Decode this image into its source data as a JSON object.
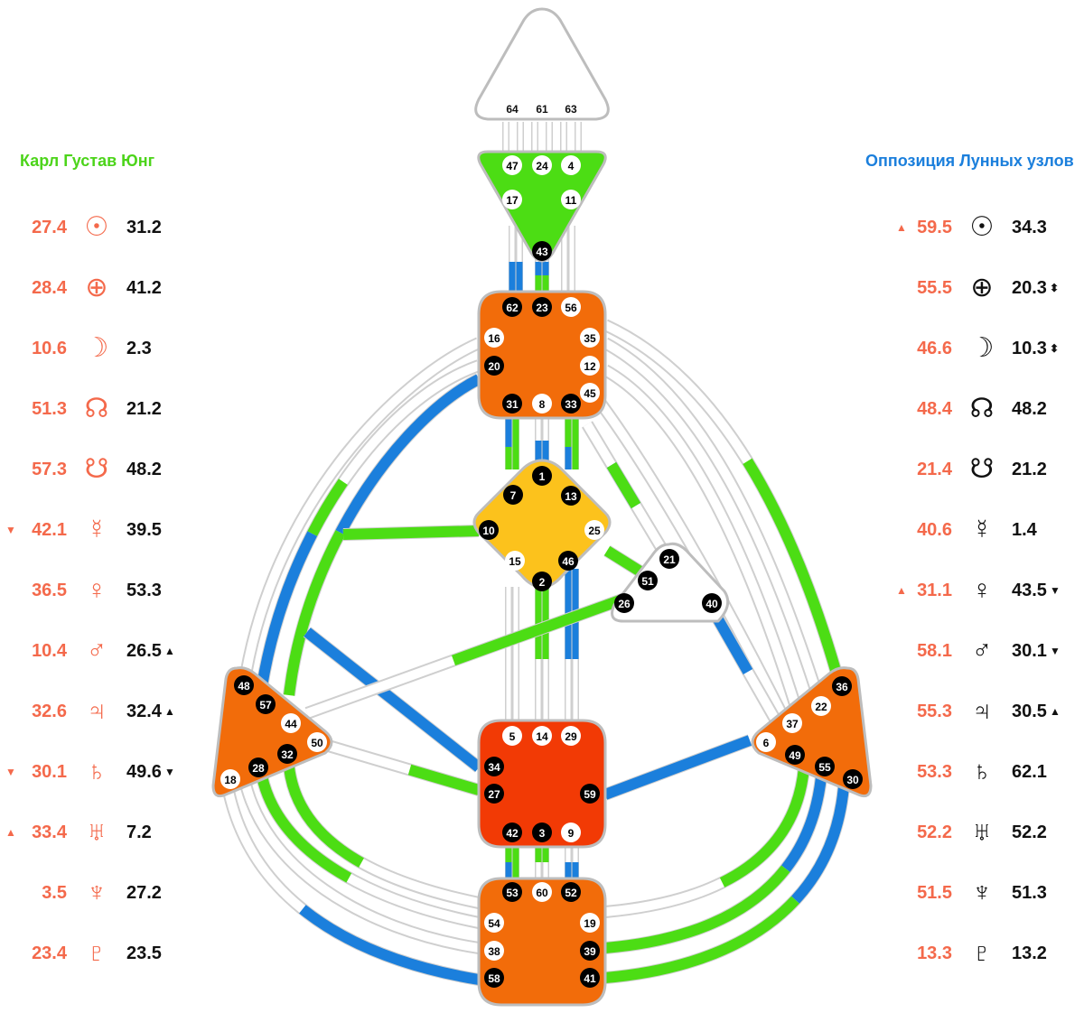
{
  "left": {
    "title": "Карл Густав Юнг",
    "accent": "#4cd41a",
    "rows": [
      {
        "planet": "sun-icon",
        "glyph": "☉",
        "design": "27.4",
        "personality": "31.2",
        "design_arrow": "",
        "pers_arrow": ""
      },
      {
        "planet": "earth-icon",
        "glyph": "⊕",
        "design": "28.4",
        "personality": "41.2",
        "design_arrow": "",
        "pers_arrow": ""
      },
      {
        "planet": "moon-icon",
        "glyph": "☽",
        "design": "10.6",
        "personality": "2.3",
        "design_arrow": "",
        "pers_arrow": ""
      },
      {
        "planet": "north-node-icon",
        "glyph": "☊",
        "design": "51.3",
        "personality": "21.2",
        "design_arrow": "",
        "pers_arrow": ""
      },
      {
        "planet": "south-node-icon",
        "glyph": "☋",
        "design": "57.3",
        "personality": "48.2",
        "design_arrow": "",
        "pers_arrow": ""
      },
      {
        "planet": "mercury-icon",
        "glyph": "☿",
        "design": "42.1",
        "personality": "39.5",
        "design_arrow": "▼",
        "pers_arrow": ""
      },
      {
        "planet": "venus-icon",
        "glyph": "♀",
        "design": "36.5",
        "personality": "53.3",
        "design_arrow": "",
        "pers_arrow": ""
      },
      {
        "planet": "mars-icon",
        "glyph": "♂",
        "design": "10.4",
        "personality": "26.5",
        "design_arrow": "",
        "pers_arrow": "▲"
      },
      {
        "planet": "jupiter-icon",
        "glyph": "♃",
        "design": "32.6",
        "personality": "32.4",
        "design_arrow": "",
        "pers_arrow": "▲"
      },
      {
        "planet": "saturn-icon",
        "glyph": "♄",
        "design": "30.1",
        "personality": "49.6",
        "design_arrow": "▼",
        "pers_arrow": "▼"
      },
      {
        "planet": "uranus-icon",
        "glyph": "♅",
        "design": "33.4",
        "personality": "7.2",
        "design_arrow": "▲",
        "pers_arrow": ""
      },
      {
        "planet": "neptune-icon",
        "glyph": "♆",
        "design": "3.5",
        "personality": "27.2",
        "design_arrow": "",
        "pers_arrow": ""
      },
      {
        "planet": "pluto-icon",
        "glyph": "♇",
        "design": "23.4",
        "personality": "23.5",
        "design_arrow": "",
        "pers_arrow": ""
      }
    ]
  },
  "right": {
    "title": "Оппозиция Лунных узлов",
    "accent": "#1b7fdc",
    "rows": [
      {
        "planet": "sun-icon",
        "glyph": "☉",
        "design": "59.5",
        "personality": "34.3",
        "design_arrow": "▲",
        "pers_arrow": ""
      },
      {
        "planet": "earth-icon",
        "glyph": "⊕",
        "design": "55.5",
        "personality": "20.3",
        "design_arrow": "",
        "pers_arrow": "⬍"
      },
      {
        "planet": "moon-icon",
        "glyph": "☽",
        "design": "46.6",
        "personality": "10.3",
        "design_arrow": "",
        "pers_arrow": "⬍"
      },
      {
        "planet": "north-node-icon",
        "glyph": "☊",
        "design": "48.4",
        "personality": "48.2",
        "design_arrow": "",
        "pers_arrow": ""
      },
      {
        "planet": "south-node-icon",
        "glyph": "☋",
        "design": "21.4",
        "personality": "21.2",
        "design_arrow": "",
        "pers_arrow": ""
      },
      {
        "planet": "mercury-icon",
        "glyph": "☿",
        "design": "40.6",
        "personality": "1.4",
        "design_arrow": "",
        "pers_arrow": ""
      },
      {
        "planet": "venus-icon",
        "glyph": "♀",
        "design": "31.1",
        "personality": "43.5",
        "design_arrow": "▲",
        "pers_arrow": "▼"
      },
      {
        "planet": "mars-icon",
        "glyph": "♂",
        "design": "58.1",
        "personality": "30.1",
        "design_arrow": "",
        "pers_arrow": "▼"
      },
      {
        "planet": "jupiter-icon",
        "glyph": "♃",
        "design": "55.3",
        "personality": "30.5",
        "design_arrow": "",
        "pers_arrow": "▲"
      },
      {
        "planet": "saturn-icon",
        "glyph": "♄",
        "design": "53.3",
        "personality": "62.1",
        "design_arrow": "",
        "pers_arrow": ""
      },
      {
        "planet": "uranus-icon",
        "glyph": "♅",
        "design": "52.2",
        "personality": "52.2",
        "design_arrow": "",
        "pers_arrow": ""
      },
      {
        "planet": "neptune-icon",
        "glyph": "♆",
        "design": "51.5",
        "personality": "51.3",
        "design_arrow": "",
        "pers_arrow": ""
      },
      {
        "planet": "pluto-icon",
        "glyph": "♇",
        "design": "13.3",
        "personality": "13.2",
        "design_arrow": "",
        "pers_arrow": ""
      }
    ]
  },
  "colors": {
    "design": "#f4694b",
    "green": "#4cdd14",
    "blue": "#1b7fdc",
    "orange": "#f26c0a",
    "red": "#f23a05",
    "yellow": "#fcc21c",
    "undefined_line": "#cccccc"
  },
  "centers": {
    "head": {
      "gates": [
        "64",
        "61",
        "63"
      ],
      "defined": false
    },
    "ajna": {
      "gates": [
        "47",
        "24",
        "4",
        "17",
        "11",
        "43"
      ],
      "black": [
        "43"
      ]
    },
    "throat": {
      "gates": [
        "62",
        "23",
        "56",
        "16",
        "35",
        "20",
        "12",
        "45",
        "31",
        "8",
        "33"
      ],
      "black": [
        "62",
        "23",
        "20",
        "31",
        "33"
      ]
    },
    "g": {
      "gates": [
        "1",
        "7",
        "13",
        "10",
        "25",
        "15",
        "46",
        "2"
      ],
      "black": [
        "1",
        "7",
        "13",
        "10",
        "46",
        "2"
      ]
    },
    "heart": {
      "gates": [
        "21",
        "51",
        "26",
        "40"
      ],
      "black": [
        "21",
        "51",
        "26",
        "40"
      ]
    },
    "sacral": {
      "gates": [
        "5",
        "14",
        "29",
        "34",
        "27",
        "59",
        "42",
        "3",
        "9"
      ],
      "black": [
        "34",
        "27",
        "59",
        "42",
        "3"
      ]
    },
    "root": {
      "gates": [
        "53",
        "60",
        "52",
        "54",
        "19",
        "38",
        "39",
        "58",
        "41"
      ],
      "black": [
        "53",
        "52",
        "39",
        "58",
        "41"
      ]
    },
    "spleen": {
      "gates": [
        "48",
        "57",
        "44",
        "50",
        "32",
        "28",
        "18"
      ],
      "black": [
        "48",
        "57",
        "32",
        "28"
      ]
    },
    "solar": {
      "gates": [
        "36",
        "22",
        "37",
        "6",
        "49",
        "55",
        "30"
      ],
      "black": [
        "36",
        "49",
        "55",
        "30"
      ]
    }
  }
}
